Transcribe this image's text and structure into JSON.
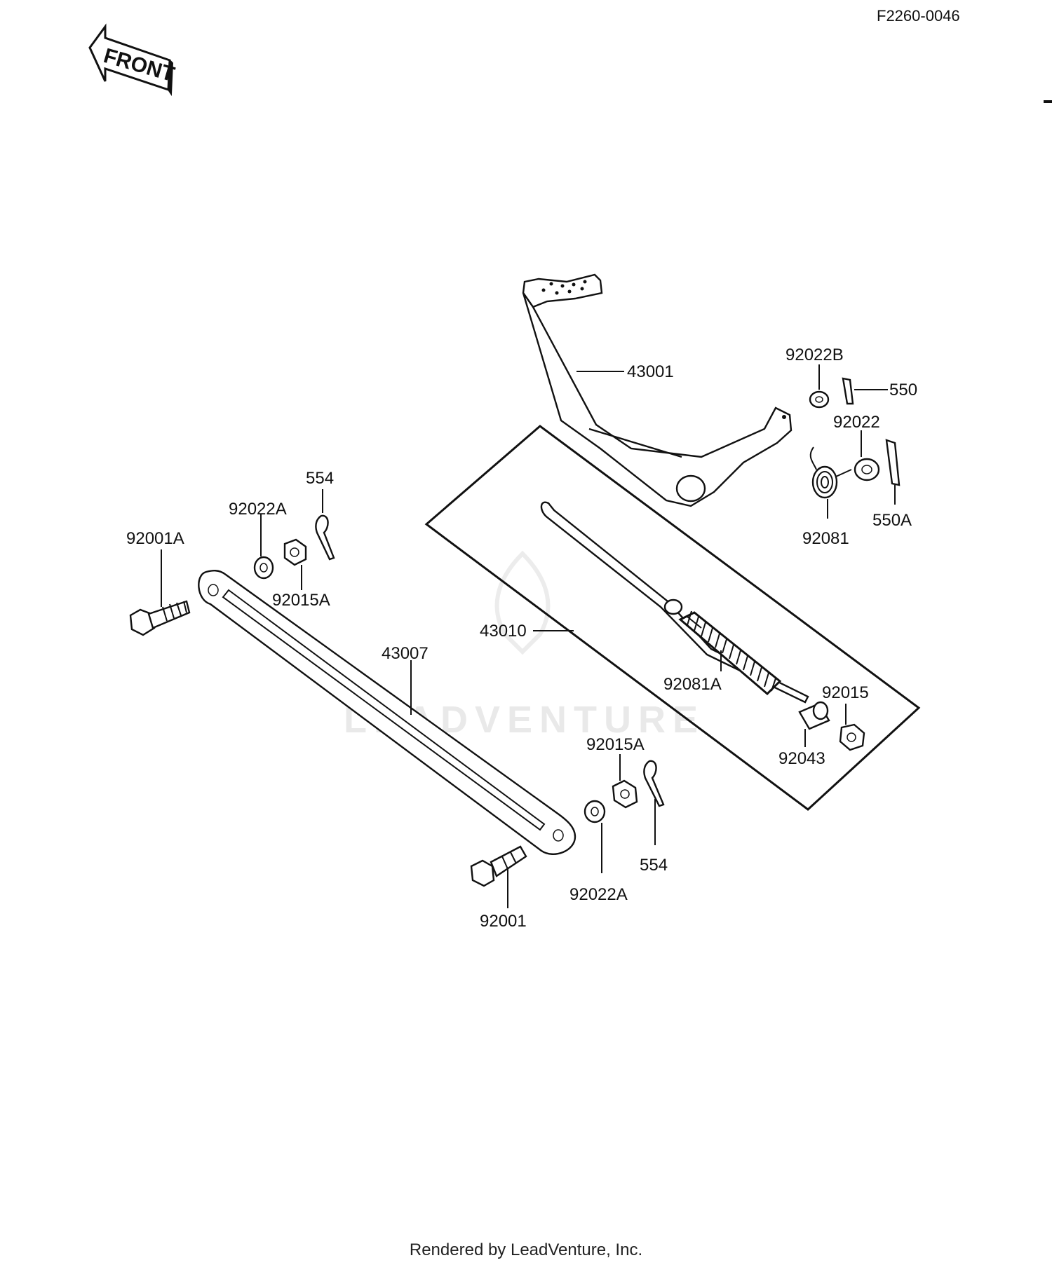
{
  "diagram_code": "F2260-0046",
  "front_label": "FRONT",
  "watermark": "LEADVENTURE",
  "footer": "Rendered by LeadVenture, Inc.",
  "parts": {
    "p43001": "43001",
    "p92022B": "92022B",
    "p550": "550",
    "p92022": "92022",
    "p550A": "550A",
    "p92081": "92081",
    "p554_top": "554",
    "p92022A_top": "92022A",
    "p92001A": "92001A",
    "p92015A_top": "92015A",
    "p43010": "43010",
    "p43007": "43007",
    "p92081A": "92081A",
    "p92015": "92015",
    "p92043": "92043",
    "p92015A_bottom": "92015A",
    "p554_bottom": "554",
    "p92022A_bottom": "92022A",
    "p92001": "92001"
  }
}
